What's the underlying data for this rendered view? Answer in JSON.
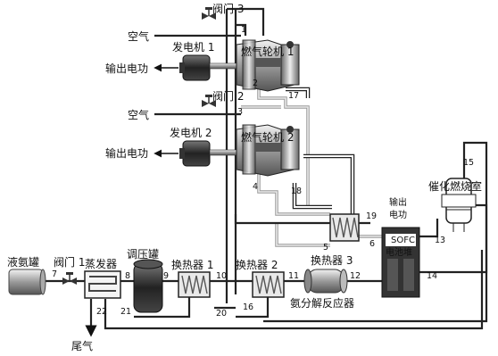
{
  "labels": {
    "valve3": "阀门 3",
    "valve2": "阀门 2",
    "valve1": "阀门 1",
    "air1": "空气",
    "air2": "空气",
    "gen1": "发电机 1",
    "gen2": "发电机 2",
    "out_power1": "输出电功",
    "out_power2": "输出电功",
    "gt1": "燃气轮机 1",
    "gt2": "燃气轮机 2",
    "ammonia_tank": "液氨罐",
    "evaporator": "蒸发器",
    "surge_tank": "调压罐",
    "hx1": "换热器 1",
    "hx2": "换热器 2",
    "hx3": "换热器 3",
    "reactor": "氨分解反应器",
    "sofc_line1": "SOFC",
    "sofc_line2": "电池堆",
    "sofc_out1": "输出",
    "sofc_out2": "电功",
    "combustor": "催化燃烧室",
    "exhaust": "尾气"
  },
  "streams": {
    "s1": "1",
    "s2": "2",
    "s3": "3",
    "s4": "4",
    "s5": "5",
    "s6": "6",
    "s7": "7",
    "s8": "8",
    "s9": "9",
    "s10": "10",
    "s11": "11",
    "s12": "12",
    "s13": "13",
    "s14": "14",
    "s15": "15",
    "s16": "16",
    "s17": "17",
    "s18": "18",
    "s19": "19",
    "s20": "20",
    "s21": "21",
    "s22": "22"
  }
}
